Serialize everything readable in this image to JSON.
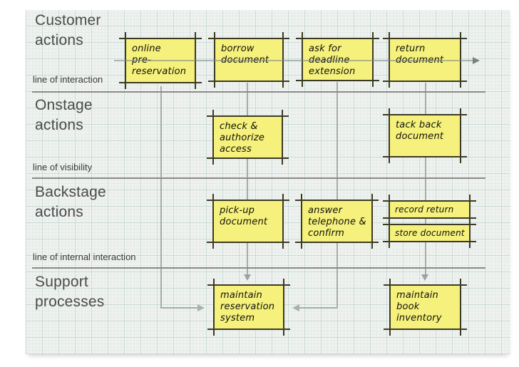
{
  "diagram": {
    "lanes": [
      {
        "label": "Customer\nactions"
      },
      {
        "label": "Onstage\nactions"
      },
      {
        "label": "Backstage\nactions"
      },
      {
        "label": "Support\nprocesses"
      }
    ],
    "separators": [
      {
        "label": "line of interaction"
      },
      {
        "label": "line of visibility"
      },
      {
        "label": "line of internal interaction"
      }
    ],
    "notes": [
      {
        "text": "online\npre-\nreservation",
        "lane": "customer-actions"
      },
      {
        "text": "borrow\ndocument",
        "lane": "customer-actions"
      },
      {
        "text": "ask for\ndeadline\nextension",
        "lane": "customer-actions"
      },
      {
        "text": "return\ndocument",
        "lane": "customer-actions"
      },
      {
        "text": "check &\nauthorize\naccess",
        "lane": "onstage-actions"
      },
      {
        "text": "tack back\ndocument",
        "lane": "onstage-actions"
      },
      {
        "text": "pick-up\ndocument",
        "lane": "backstage-actions"
      },
      {
        "text": "answer\ntelephone &\nconfirm",
        "lane": "backstage-actions"
      },
      {
        "text": "record return",
        "lane": "backstage-actions"
      },
      {
        "text": "store document",
        "lane": "backstage-actions"
      },
      {
        "text": "maintain\nreservation\nsystem",
        "lane": "support-processes"
      },
      {
        "text": "maintain\nbook\ninventory",
        "lane": "support-processes"
      }
    ],
    "colors": {
      "note_fill": "#f5f17c",
      "note_border": "#3b3b23",
      "connector_gray": "#a4acaa",
      "separator_line": "#8a8a8a",
      "lane_label_text": "#4b4b4b",
      "paper_background": "#f0f2ef"
    }
  }
}
